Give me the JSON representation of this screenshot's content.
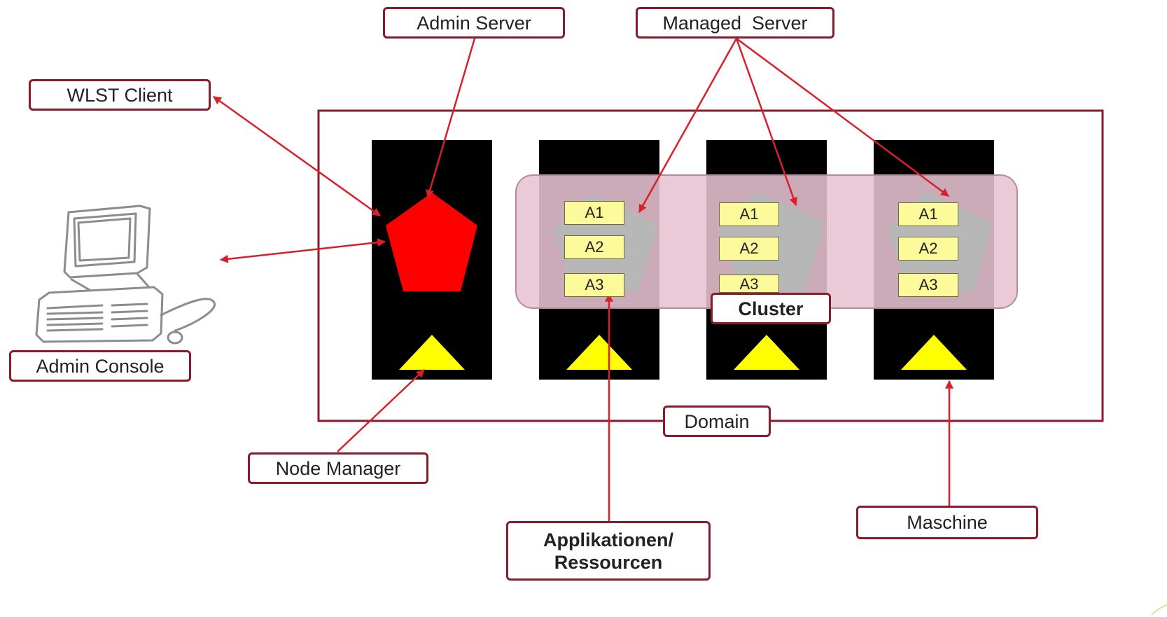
{
  "labels": {
    "admin_server": "Admin Server",
    "managed_server": "Managed  Server",
    "wlst_client": "WLST Client",
    "admin_console": "Admin Console",
    "node_manager": "Node Manager",
    "domain": "Domain",
    "cluster": "Cluster",
    "applications_line1": "Applikationen/",
    "applications_line2": "Ressourcen",
    "machine": "Maschine"
  },
  "machines": [
    {
      "type": "admin",
      "apps": []
    },
    {
      "type": "managed",
      "apps": [
        "A1",
        "A2",
        "A3"
      ]
    },
    {
      "type": "managed",
      "apps": [
        "A1",
        "A2",
        "A3"
      ]
    },
    {
      "type": "managed",
      "apps": [
        "A1",
        "A2",
        "A3"
      ]
    }
  ],
  "colors": {
    "accent": "#8b1a2b",
    "arrow": "#d9202a",
    "admin_server": "#ff0000",
    "node_manager": "#ffff00",
    "cluster_fill": "#e8c3d3",
    "app_box": "#fdfa9c",
    "server_shape": "#b7b7b7",
    "machine": "#000000"
  }
}
